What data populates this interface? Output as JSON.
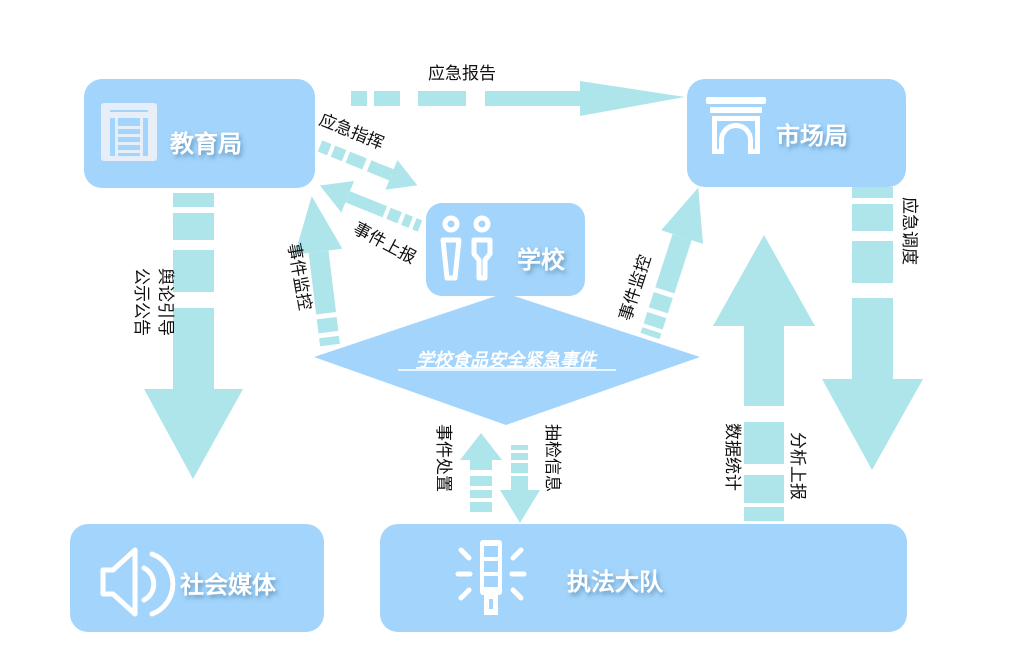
{
  "colors": {
    "node_fill": "#a3d4fb",
    "arrow_fill": "#aee5ea",
    "text_white": "#ffffff",
    "label_text": "#111111"
  },
  "nodes": {
    "education_bureau": {
      "label": "教育局",
      "icon": "building-icon"
    },
    "market_bureau": {
      "label": "市场局",
      "icon": "arch-gate-icon"
    },
    "school": {
      "label": "学校",
      "icon": "restroom-people-icon"
    },
    "social_media": {
      "label": "社会媒体",
      "icon": "speaker-icon"
    },
    "enforcement_team": {
      "label": "执法大队",
      "icon": "siren-light-icon"
    },
    "center_event": {
      "label": "学校食品安全紧急事件"
    }
  },
  "edges": {
    "emergency_report": "应急报告",
    "emergency_command": "应急指挥",
    "incident_report": "事件上报",
    "event_monitor_left": "事件监控",
    "event_monitor_right": "事件监控",
    "public_notice": "公示公告",
    "opinion_guidance": "舆论引导",
    "emergency_dispatch": "应急调度",
    "data_statistics": "数据统计",
    "analysis_report": "分析上报",
    "incident_handling": "事件处置",
    "sampling_info": "抽检信息"
  }
}
